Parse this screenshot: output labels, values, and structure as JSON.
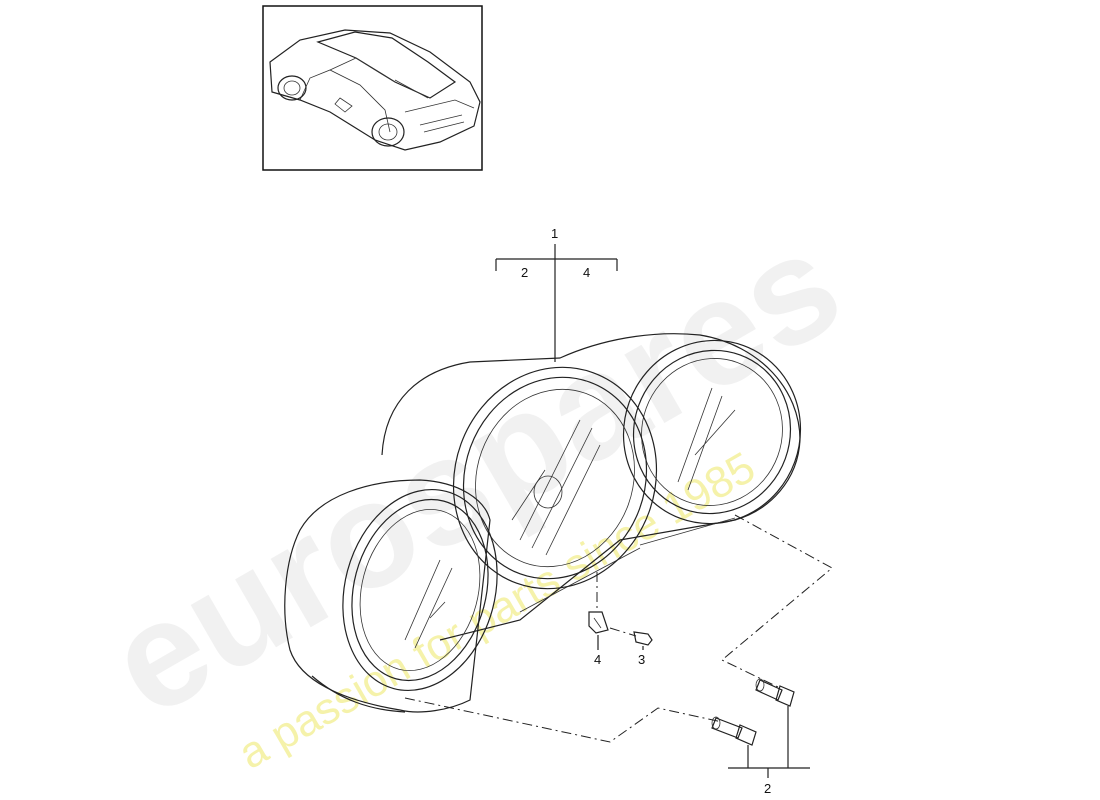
{
  "watermark": {
    "brand": "eurospares",
    "tagline": "a passion for parts since 1985"
  },
  "callouts": {
    "top_main": "1",
    "top_left": "2",
    "top_right": "4",
    "clip": "4",
    "screw": "3",
    "bottom": "2"
  },
  "thumbnail": {
    "subject": "car-thumbnail"
  }
}
